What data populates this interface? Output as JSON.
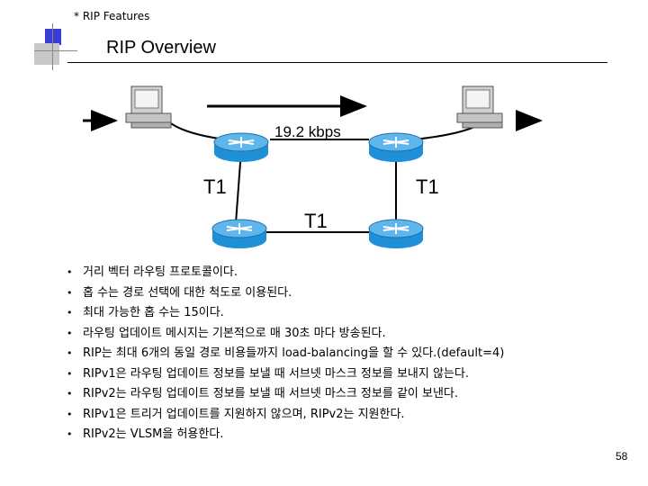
{
  "header": {
    "note": "* RIP Features",
    "title": "RIP Overview"
  },
  "diagram": {
    "link_speed": "19.2 kbps",
    "link_labels": [
      "T1",
      "T1",
      "T1"
    ],
    "colors": {
      "router": "#1e90d6",
      "router_top": "#5fb6ec",
      "arrow": "#000000"
    }
  },
  "bullets": [
    "거리 벡터 라우팅 프로토콜이다.",
    "홉 수는 경로 선택에 대한 척도로 이용된다.",
    "최대 가능한 홉 수는 15이다.",
    "라우팅 업데이트 메시지는 기본적으로 매 30초 마다 방송된다.",
    "RIP는 최대 6개의 동일 경로 비용들까지 load-balancing을 할 수 있다.(default=4)",
    "RIPv1은 라우팅 업데이트 정보를 보낼 때 서브넷 마스크 정보를 보내지 않는다.",
    "RIPv2는 라우팅 업데이트 정보를 보낼 때 서브넷 마스크 정보를 같이 보낸다.",
    "RIPv1은 트리거 업데이트를 지원하지 않으며, RIPv2는 지원한다.",
    "RIPv2는 VLSM을 허용한다."
  ],
  "page_number": "58"
}
